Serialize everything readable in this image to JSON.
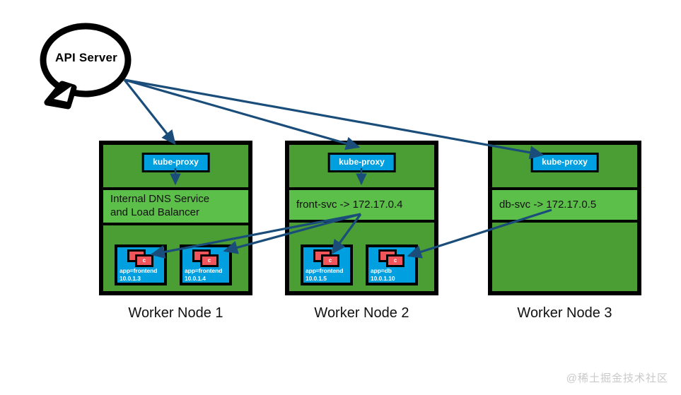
{
  "diagram": {
    "title": "Kubernetes kube-proxy service routing across worker nodes",
    "api_server": {
      "label": "API Server",
      "shape": "speech-bubble"
    },
    "colors": {
      "node_border": "#000000",
      "node_fill_dark_green": "#4a9e33",
      "service_band_light_green": "#5cbf4a",
      "proxy_blue": "#00a0e0",
      "pod_blue": "#00a0e0",
      "container_red": "#f2545b",
      "arrow_navy": "#1a4d7a",
      "background": "#ffffff",
      "watermark_gray": "#c9c9c9"
    },
    "nodes": [
      {
        "id": "worker-node-1",
        "caption": "Worker Node 1",
        "proxy_label": "kube-proxy",
        "service_line1": "Internal DNS Service",
        "service_line2": "and Load Balancer",
        "pods": [
          {
            "container_label": "c",
            "app": "app=frontend",
            "ip": "10.0.1.3"
          },
          {
            "container_label": "c",
            "app": "app=frontend",
            "ip": "10.0.1.4"
          }
        ]
      },
      {
        "id": "worker-node-2",
        "caption": "Worker Node 2",
        "proxy_label": "kube-proxy",
        "service_line1": "front-svc -> 172.17.0.4",
        "service_line2": "",
        "pods": [
          {
            "container_label": "c",
            "app": "app=frontend",
            "ip": "10.0.1.5"
          },
          {
            "container_label": "c",
            "app": "app=db",
            "ip": "10.0.1.10"
          }
        ]
      },
      {
        "id": "worker-node-3",
        "caption": "Worker Node 3",
        "proxy_label": "kube-proxy",
        "service_line1": "db-svc -> 172.17.0.5",
        "service_line2": "",
        "pods": []
      }
    ],
    "connections": [
      {
        "from": "api-server",
        "to": "worker-node-1-kube-proxy"
      },
      {
        "from": "api-server",
        "to": "worker-node-2-kube-proxy"
      },
      {
        "from": "api-server",
        "to": "worker-node-3-kube-proxy"
      },
      {
        "from": "worker-node-1-kube-proxy",
        "to": "worker-node-1-dns-service"
      },
      {
        "from": "worker-node-2-kube-proxy",
        "to": "worker-node-2-front-svc"
      },
      {
        "from": "worker-node-2-front-svc",
        "to": "worker-node-1-pod-10.0.1.3"
      },
      {
        "from": "worker-node-2-front-svc",
        "to": "worker-node-1-pod-10.0.1.4"
      },
      {
        "from": "worker-node-2-front-svc",
        "to": "worker-node-2-pod-10.0.1.5"
      },
      {
        "from": "worker-node-3-db-svc",
        "to": "worker-node-2-pod-10.0.1.10"
      }
    ]
  },
  "watermark": {
    "text": "@稀土掘金技术社区"
  }
}
